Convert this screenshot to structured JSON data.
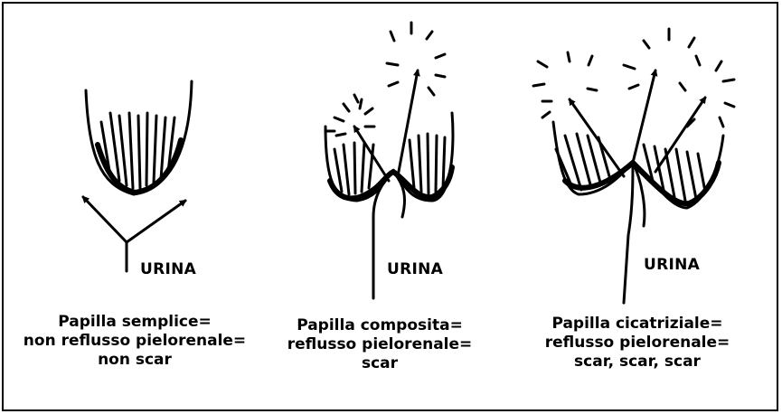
{
  "panels": [
    {
      "label": "URINA",
      "caption": [
        "Papilla semplice=",
        "non reflusso pielorenale=",
        "non scar"
      ]
    },
    {
      "label": "URINA",
      "caption": [
        "Papilla composita=",
        "reflusso pielorenale=",
        "scar"
      ]
    },
    {
      "label": "URINA",
      "caption": [
        "Papilla cicatriziale=",
        "reflusso pielorenale=",
        "scar, scar, scar"
      ]
    }
  ],
  "colors": {
    "ink": "#000000",
    "background": "#ffffff"
  }
}
